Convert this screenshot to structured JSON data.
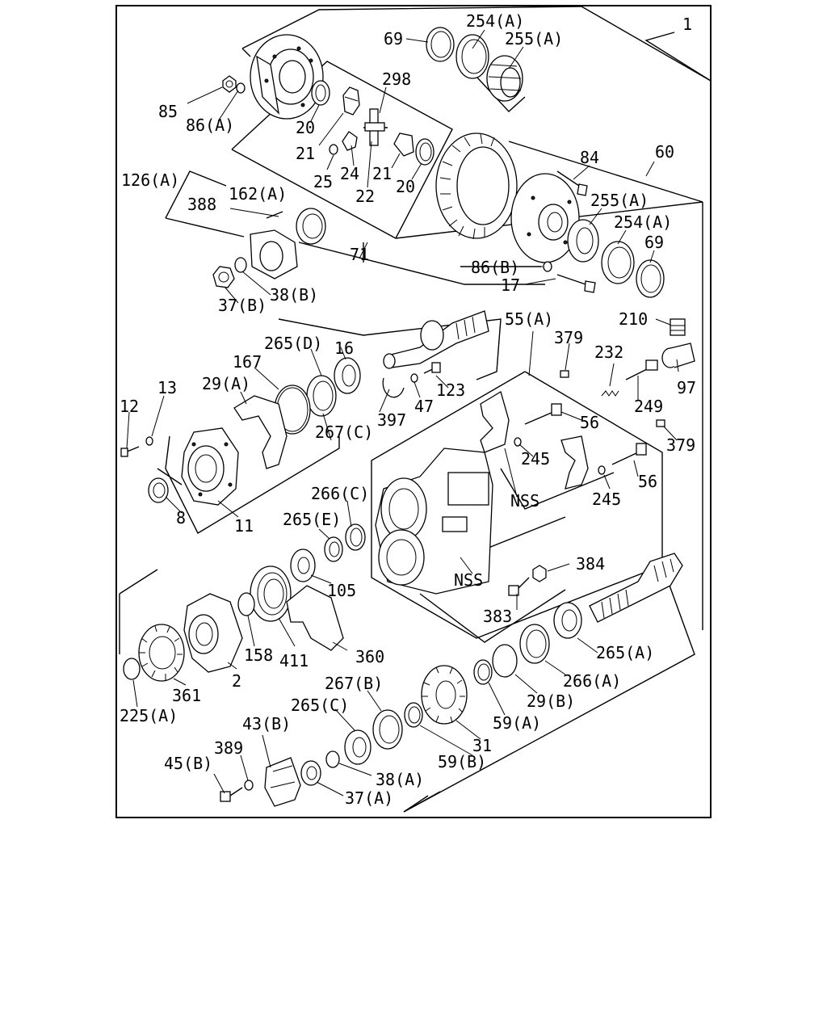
{
  "labels": [
    {
      "id": "p1",
      "text": "1"
    },
    {
      "id": "p69a",
      "text": "69"
    },
    {
      "id": "p254a",
      "text": "254(A)"
    },
    {
      "id": "p255a",
      "text": "255(A)"
    },
    {
      "id": "p298",
      "text": "298"
    },
    {
      "id": "p85",
      "text": "85"
    },
    {
      "id": "p86a",
      "text": "86(A)"
    },
    {
      "id": "p20a",
      "text": "20"
    },
    {
      "id": "p21a",
      "text": "21"
    },
    {
      "id": "p25",
      "text": "25"
    },
    {
      "id": "p24",
      "text": "24"
    },
    {
      "id": "p21b",
      "text": "21"
    },
    {
      "id": "p20b",
      "text": "20"
    },
    {
      "id": "p22",
      "text": "22"
    },
    {
      "id": "p60",
      "text": "60"
    },
    {
      "id": "p84",
      "text": "84"
    },
    {
      "id": "p255b",
      "text": "255(A)"
    },
    {
      "id": "p254b",
      "text": "254(A)"
    },
    {
      "id": "p69b",
      "text": "69"
    },
    {
      "id": "p126a",
      "text": "126(A)"
    },
    {
      "id": "p162a",
      "text": "162(A)"
    },
    {
      "id": "p388",
      "text": "388"
    },
    {
      "id": "p71",
      "text": "71"
    },
    {
      "id": "p86b",
      "text": "86(B)"
    },
    {
      "id": "p17",
      "text": "17"
    },
    {
      "id": "p37b",
      "text": "37(B)"
    },
    {
      "id": "p38b",
      "text": "38(B)"
    },
    {
      "id": "p210",
      "text": "210"
    },
    {
      "id": "p55a",
      "text": "55(A)"
    },
    {
      "id": "p379a",
      "text": "379"
    },
    {
      "id": "p265d",
      "text": "265(D)"
    },
    {
      "id": "p16",
      "text": "16"
    },
    {
      "id": "p167",
      "text": "167"
    },
    {
      "id": "p232",
      "text": "232"
    },
    {
      "id": "p29a",
      "text": "29(A)"
    },
    {
      "id": "p13",
      "text": "13"
    },
    {
      "id": "p97",
      "text": "97"
    },
    {
      "id": "p123",
      "text": "123"
    },
    {
      "id": "p12",
      "text": "12"
    },
    {
      "id": "p397",
      "text": "397"
    },
    {
      "id": "p47",
      "text": "47"
    },
    {
      "id": "p249",
      "text": "249"
    },
    {
      "id": "p56a",
      "text": "56"
    },
    {
      "id": "p267c",
      "text": "267(C)"
    },
    {
      "id": "p379b",
      "text": "379"
    },
    {
      "id": "p245a",
      "text": "245"
    },
    {
      "id": "pnss1",
      "text": "NSS"
    },
    {
      "id": "p245b",
      "text": "245"
    },
    {
      "id": "p56b",
      "text": "56"
    },
    {
      "id": "p266c",
      "text": "266(C)"
    },
    {
      "id": "p8",
      "text": "8"
    },
    {
      "id": "p11",
      "text": "11"
    },
    {
      "id": "p265e",
      "text": "265(E)"
    },
    {
      "id": "p384",
      "text": "384"
    },
    {
      "id": "pnss2",
      "text": "NSS"
    },
    {
      "id": "p105",
      "text": "105"
    },
    {
      "id": "p383",
      "text": "383"
    },
    {
      "id": "p158",
      "text": "158"
    },
    {
      "id": "p411",
      "text": "411"
    },
    {
      "id": "p360",
      "text": "360"
    },
    {
      "id": "p265a",
      "text": "265(A)"
    },
    {
      "id": "p2",
      "text": "2"
    },
    {
      "id": "p266a",
      "text": "266(A)"
    },
    {
      "id": "p361",
      "text": "361"
    },
    {
      "id": "p267b",
      "text": "267(B)"
    },
    {
      "id": "p29b",
      "text": "29(B)"
    },
    {
      "id": "p225a",
      "text": "225(A)"
    },
    {
      "id": "p265c",
      "text": "265(C)"
    },
    {
      "id": "p59a",
      "text": "59(A)"
    },
    {
      "id": "p43b",
      "text": "43(B)"
    },
    {
      "id": "p31",
      "text": "31"
    },
    {
      "id": "p389",
      "text": "389"
    },
    {
      "id": "p45b",
      "text": "45(B)"
    },
    {
      "id": "p59b",
      "text": "59(B)"
    },
    {
      "id": "p38a",
      "text": "38(A)"
    },
    {
      "id": "p37a",
      "text": "37(A)"
    }
  ]
}
